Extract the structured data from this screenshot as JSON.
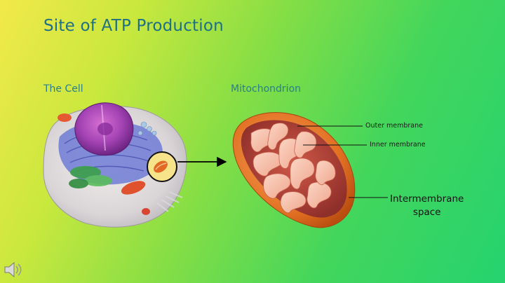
{
  "title": "Site of ATP Production",
  "sections": {
    "cell_label": "The Cell",
    "mito_label": "Mitochondrion"
  },
  "callouts": {
    "outer": "Outer membrane",
    "inner": "Inner membrane",
    "space_line1": "Intermembrane",
    "space_line2": "space"
  },
  "icons": {
    "audio": "speaker-icon"
  }
}
